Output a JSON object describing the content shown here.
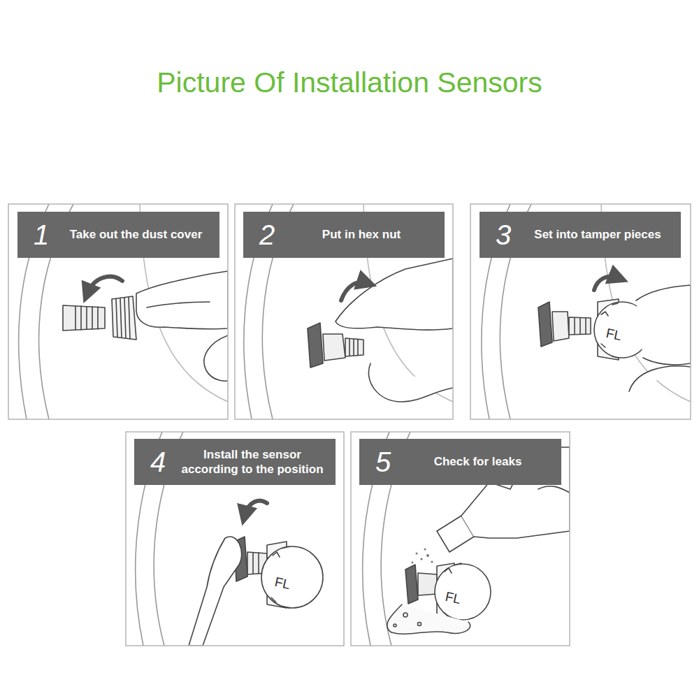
{
  "diagram": {
    "title": "Picture Of Installation Sensors",
    "nodes": [
      {
        "text": [
          "1",
          "Take out the dust cover"
        ]
      },
      {
        "text": [
          "2",
          "Put in hex nut"
        ]
      },
      {
        "text": [
          "3",
          "Set into tamper pieces"
        ]
      },
      {
        "text": [
          "4",
          "Install the sensor according to the position"
        ]
      },
      {
        "text": [
          "5",
          "Check for leaks"
        ]
      }
    ],
    "labels": [
      "FL",
      "FL",
      "FL"
    ]
  }
}
